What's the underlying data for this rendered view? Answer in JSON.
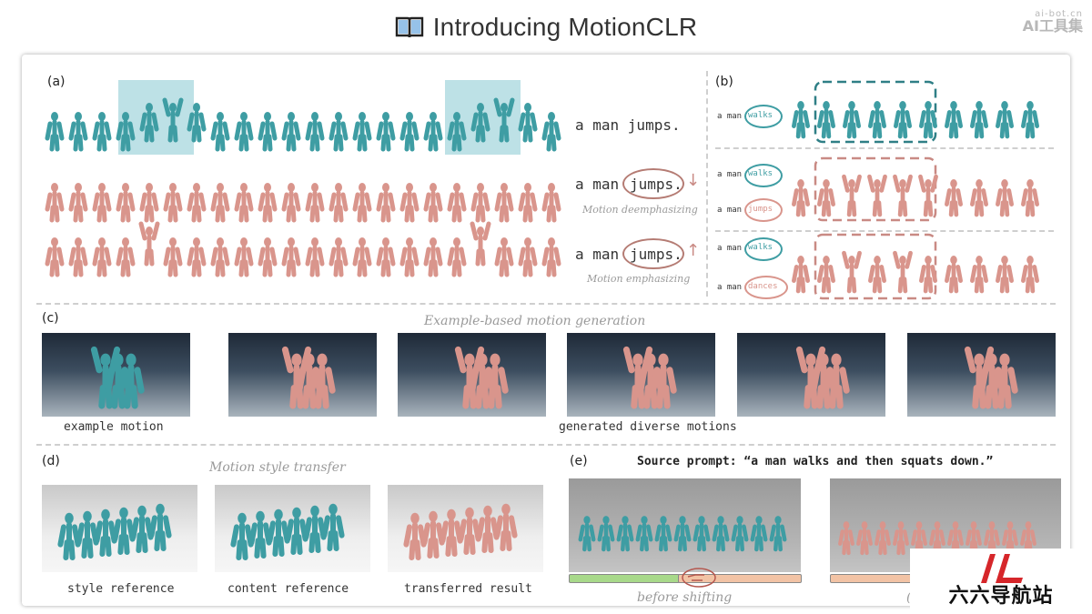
{
  "header": {
    "title": "Introducing MotionCLR",
    "icon": "book-icon",
    "watermark_url": "ai-bot.cn",
    "watermark_name": "AI工具集"
  },
  "panel_a": {
    "label": "(a)",
    "rows": [
      {
        "prefix": "a man",
        "word": "jumps.",
        "caption": "",
        "arrow": ""
      },
      {
        "prefix": "a man",
        "word": "jumps.",
        "caption": "Motion deemphasizing",
        "arrow": "↓"
      },
      {
        "prefix": "a man",
        "word": "jumps.",
        "caption": "Motion emphasizing",
        "arrow": "↑"
      }
    ],
    "row0_text": "a man jumps."
  },
  "panel_b": {
    "label": "(b)",
    "row1": {
      "prefix": "a man",
      "word": "walks"
    },
    "row2": {
      "src_prefix": "a man",
      "src_word": "walks",
      "dst_prefix": "a man",
      "dst_word": "jumps"
    },
    "row3": {
      "src_prefix": "a man",
      "src_word": "walks",
      "dst_prefix": "a man",
      "dst_word": "dances"
    }
  },
  "panel_c": {
    "label": "(c)",
    "title": "Example-based motion generation",
    "caption_left": "example motion",
    "caption_right": "generated diverse motions"
  },
  "panel_d": {
    "label": "(d)",
    "title": "Motion style transfer",
    "captions": [
      "style reference",
      "content reference",
      "transferred result"
    ]
  },
  "panel_e": {
    "label": "(e)",
    "prompt": "Source prompt: “a man walks and then squats down.”",
    "caption_left": "before shifting",
    "caption_right": "("
  },
  "logo": {
    "text": "六六导航站",
    "mark": "logo-mark-icon"
  },
  "colors": {
    "teal": "#3e9da3",
    "pink": "#d9958c",
    "highlight": "#bde1e6",
    "green": "#a8d98a",
    "orange": "#f2c3a5"
  }
}
